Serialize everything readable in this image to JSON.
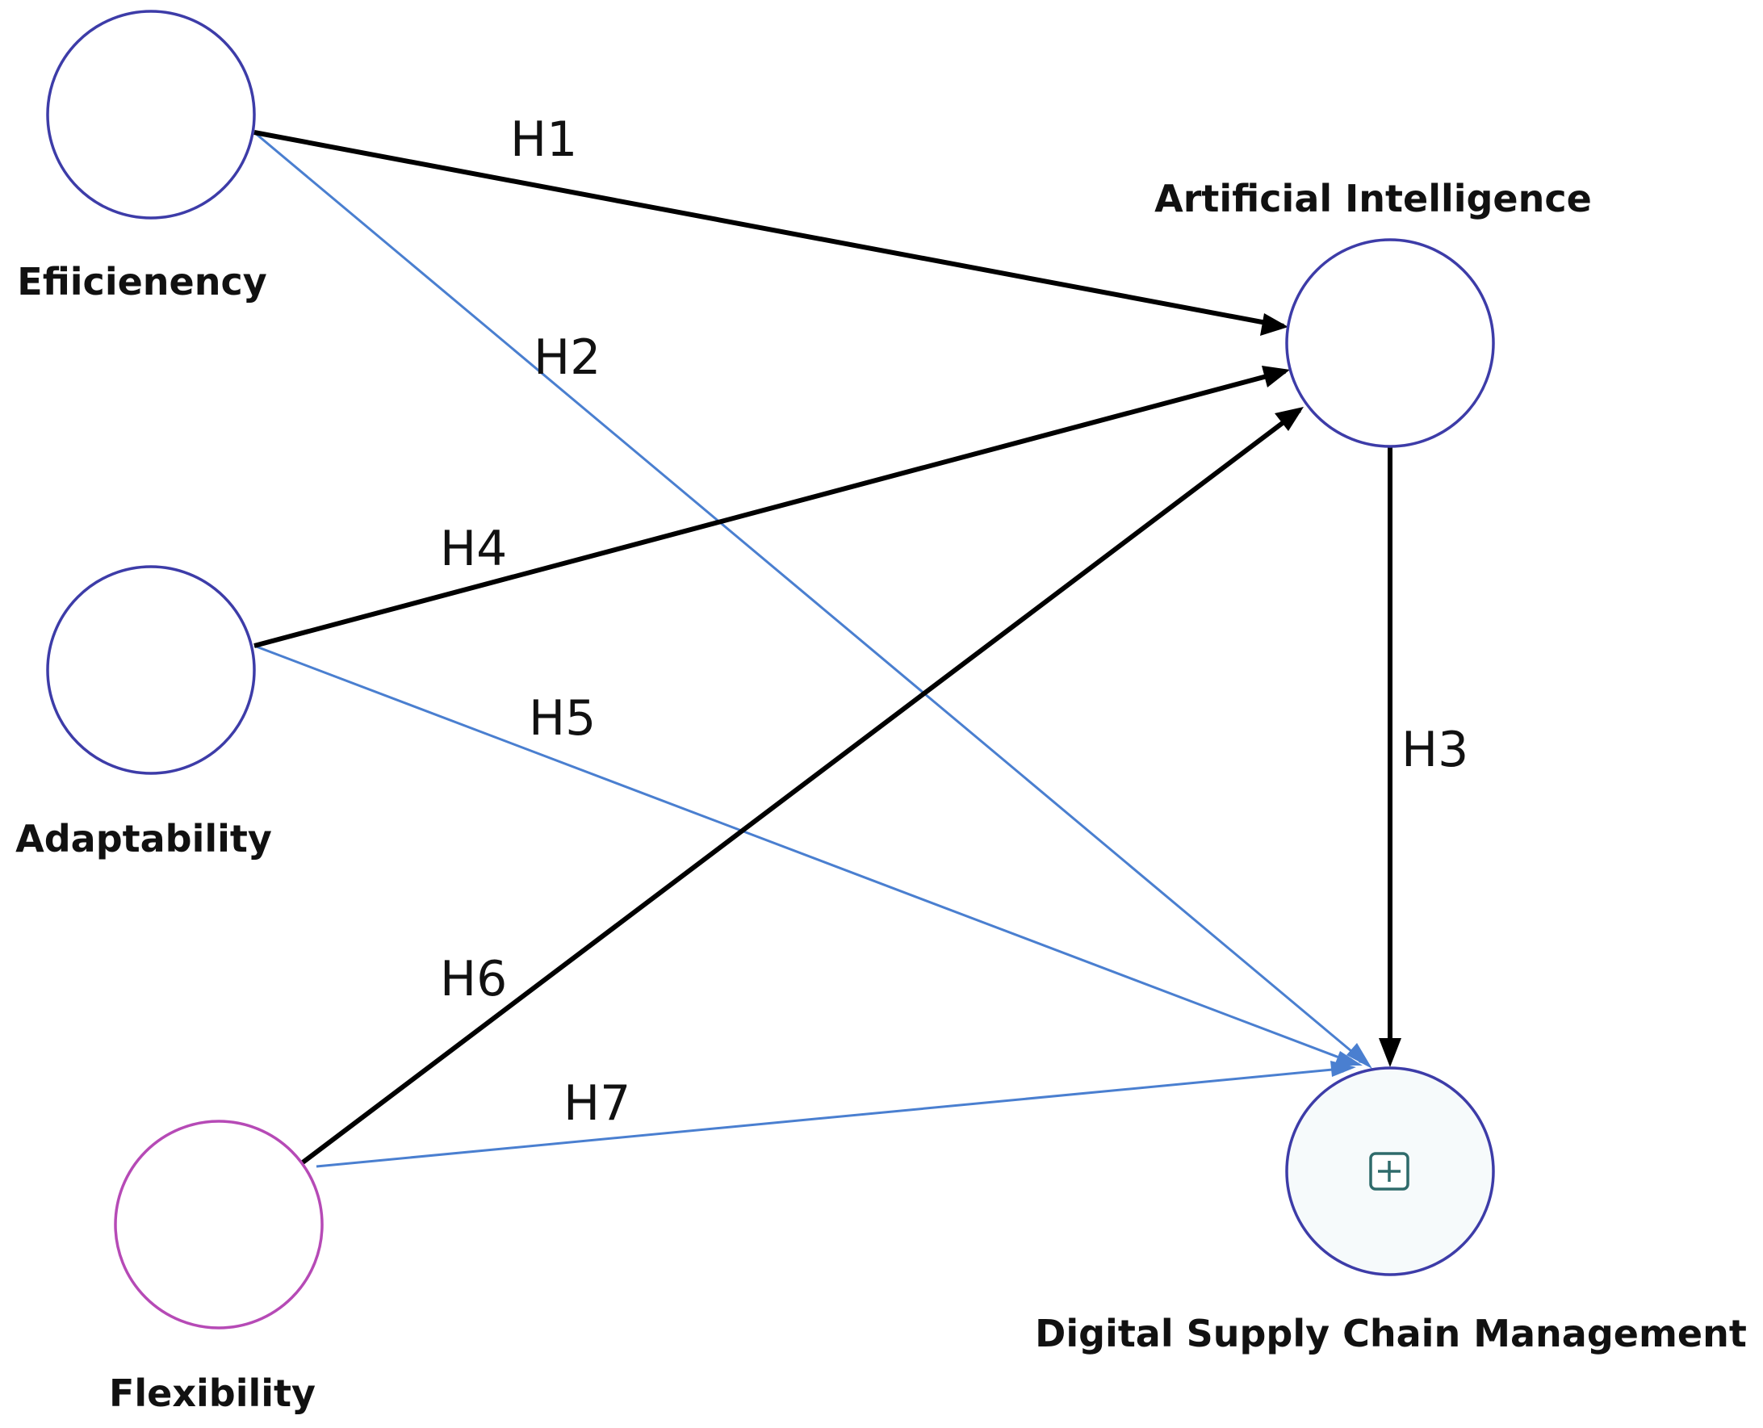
{
  "nodes": {
    "efficiency": {
      "label": "Efiicienency",
      "stroke": "#3d3ca8",
      "fill": "#ffffff"
    },
    "adaptability": {
      "label": "Adaptability",
      "stroke": "#3d3ca8",
      "fill": "#ffffff"
    },
    "flexibility": {
      "label": "Flexibility",
      "stroke": "#b64ab6",
      "fill": "#ffffff"
    },
    "ai": {
      "label": "Artificial Intelligence",
      "stroke": "#3d3ca8",
      "fill": "#ffffff"
    },
    "dscm": {
      "label": "Digital Supply Chain Management",
      "stroke": "#3d3ca8",
      "fill": "#f6fafb",
      "icon": "expand-plus-icon",
      "icon_color": "#2f6b6b"
    }
  },
  "edges": {
    "h1": {
      "label": "H1",
      "from": "Efiicienency",
      "to": "Artificial Intelligence",
      "color": "#000000"
    },
    "h2": {
      "label": "H2",
      "from": "Efiicienency",
      "to": "Digital Supply Chain Management",
      "color": "#4a7fd0"
    },
    "h3": {
      "label": "H3",
      "from": "Artificial Intelligence",
      "to": "Digital Supply Chain Management",
      "color": "#000000"
    },
    "h4": {
      "label": "H4",
      "from": "Adaptability",
      "to": "Artificial Intelligence",
      "color": "#000000"
    },
    "h5": {
      "label": "H5",
      "from": "Adaptability",
      "to": "Digital Supply Chain Management",
      "color": "#4a7fd0"
    },
    "h6": {
      "label": "H6",
      "from": "Flexibility",
      "to": "Artificial Intelligence",
      "color": "#000000"
    },
    "h7": {
      "label": "H7",
      "from": "Flexibility",
      "to": "Digital Supply Chain Management",
      "color": "#4a7fd0"
    }
  }
}
